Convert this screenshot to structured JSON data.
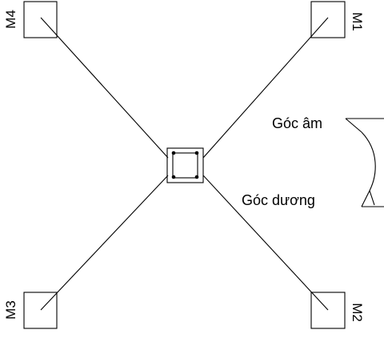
{
  "markers": {
    "m1": "M1",
    "m2": "M2",
    "m3": "M3",
    "m4": "M4"
  },
  "angles": {
    "negative_label": "Góc âm",
    "positive_label": "Góc dương"
  }
}
